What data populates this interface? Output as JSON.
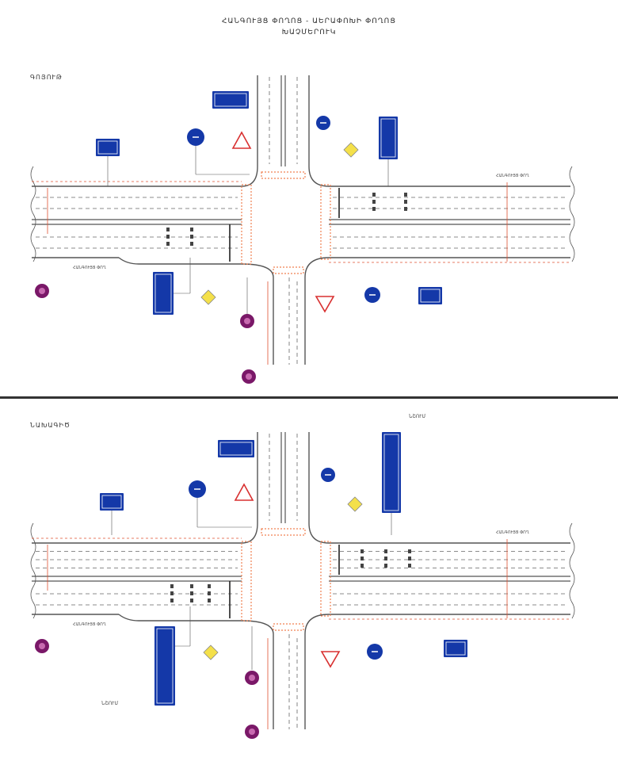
{
  "title": {
    "line1": "ՀԱՆԳՈՒՅՑ ՓՈՂՈՑ - ԱԵՐԱՓՈԽԻ ՓՈՂՈՑ",
    "line2": "ԽԱՉՄԵՐՈՒԿ"
  },
  "panels": [
    {
      "label": "ԳՈՅՈՒԹ",
      "road_label_right": "ՀԱՆԳՈՒՅՑ ՓՈՂ",
      "road_label_left": "ՀԱՆԳՈՒՅՑ ՓՈՂ",
      "left_approach_lanes": 3,
      "right_approach_lanes": 3,
      "notes": {}
    },
    {
      "label": "ՆԱԽԱԳԻԾ",
      "road_label_right": "ՀԱՆԳՈՒՅՑ ՓՈՂ",
      "road_label_left": "ՀԱՆԳՈՒՅՑ ՓՈՂ",
      "left_approach_lanes": 4,
      "right_approach_lanes": 4,
      "notes": {
        "top_right": "ՆՇՈՒՄ",
        "bottom_left": "ՆՇՈՒՄ"
      }
    }
  ],
  "colors": {
    "road_line": "#555555",
    "lane_marking": "#666666",
    "crosswalk": "#f08050",
    "red_annotation": "#e05030",
    "sign_blue": "#1438a8",
    "sign_yellow": "#f4e04a",
    "sign_purple": "#7a1868",
    "sign_red": "#d83030"
  }
}
